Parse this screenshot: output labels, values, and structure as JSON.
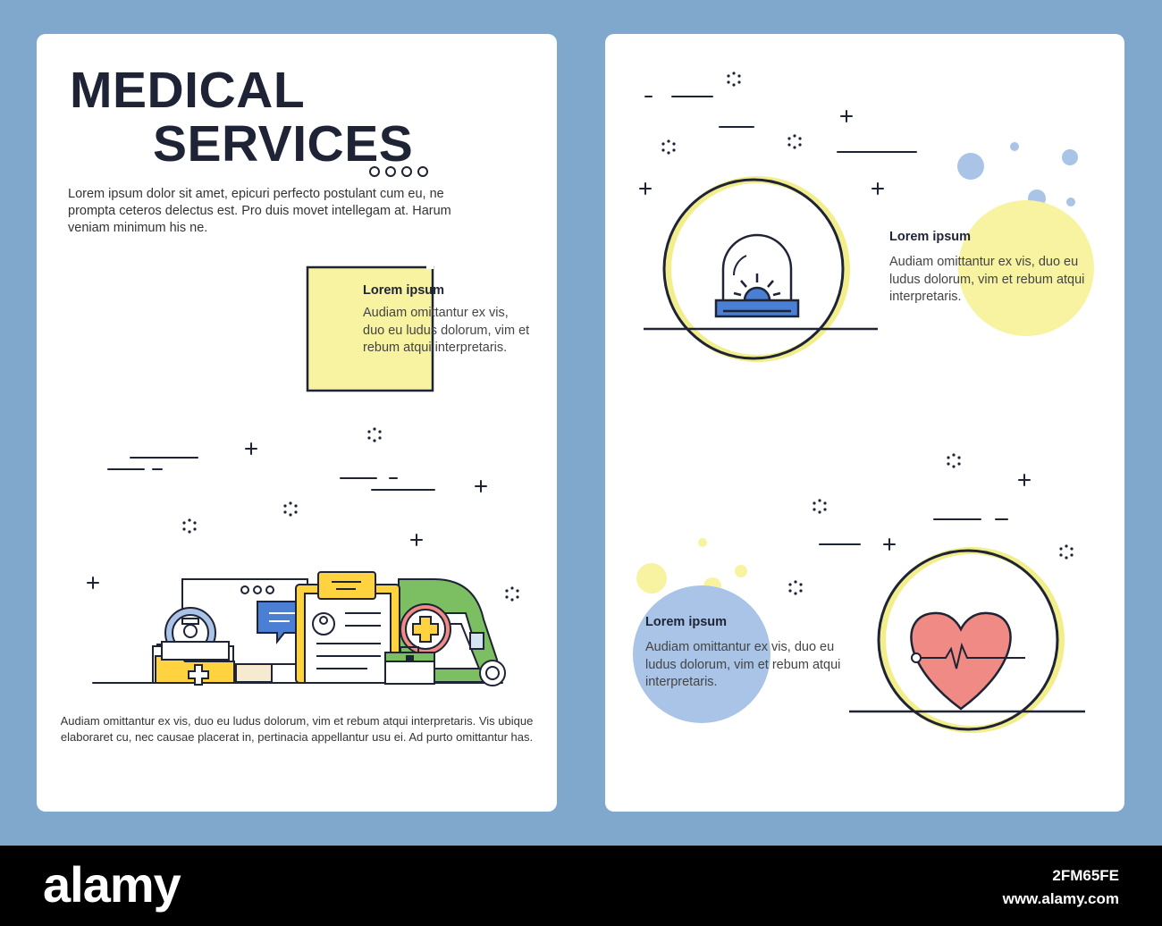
{
  "left_panel": {
    "title_line1": "MEDICAL",
    "title_line2": "SERVICES",
    "intro": "Lorem ipsum dolor sit amet, epicuri perfecto postulant cum eu, ne prompta ceteros delectus est. Pro duis movet intellegam at. Harum veniam minimum his ne.",
    "feature": {
      "title": "Lorem ipsum",
      "text": "Audiam omittantur ex vis, duo eu ludus dolorum, vim et rebum atqui interpretaris."
    },
    "footer": "Audiam omittantur ex vis, duo eu ludus dolorum, vim et rebum atqui interpretaris. Vis ubique elaboraret cu, nec causae placerat in, pertinacia appellantur usu ei. Ad purto omittantur has."
  },
  "right_panel": {
    "feature1": {
      "title": "Lorem ipsum",
      "text": "Audiam omittantur ex vis, duo eu ludus dolorum, vim et rebum atqui interpretaris."
    },
    "feature2": {
      "title": "Lorem ipsum",
      "text": "Audiam omittantur ex vis, duo eu ludus dolorum, vim et rebum atqui interpretaris."
    }
  },
  "icons": {
    "siren": "siren-icon",
    "heart": "heart-pulse-icon",
    "medical_group": "medical-services-illustration"
  },
  "colors": {
    "background": "#7fa8cc",
    "dark": "#1e2336",
    "yellow": "#f7f3a0",
    "yellow_ring": "#f2ee8c",
    "blue_circle": "#a9c4e6",
    "siren_blue": "#4a7fd4",
    "heart_red": "#f08a84",
    "folder_yellow": "#ffd23f",
    "green": "#7cbf62"
  },
  "watermark": {
    "logo": "alamy",
    "image_id": "2FM65FE",
    "url": "www.alamy.com"
  }
}
